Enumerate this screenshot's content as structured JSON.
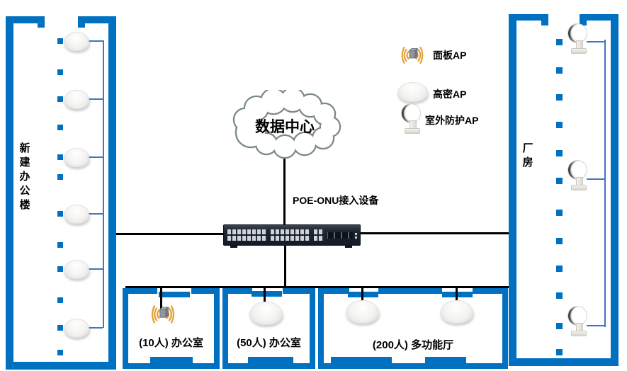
{
  "cloud": {
    "label": "数据中心"
  },
  "switch": {
    "label": "POE-ONU接入设备"
  },
  "legend": {
    "items": [
      {
        "icon": "panel-ap-icon",
        "label": "面板AP"
      },
      {
        "icon": "dome-ap-icon",
        "label": "高密AP"
      },
      {
        "icon": "outdoor-ap-icon",
        "label": "室外防护AP"
      }
    ]
  },
  "buildings": {
    "left": {
      "label": "新建办公楼",
      "ap_type": "高密AP",
      "ap_count": 6
    },
    "right": {
      "label": "厂房",
      "ap_type": "室外防护AP",
      "ap_count": 3
    }
  },
  "rooms": [
    {
      "label": "(10人) 办公室",
      "ap_type": "面板AP",
      "ap_count": 1
    },
    {
      "label": "(50人) 办公室",
      "ap_type": "高密AP",
      "ap_count": 1
    },
    {
      "label": "(200人) 多功能厅",
      "ap_type": "高密AP",
      "ap_count": 2
    }
  ],
  "colors": {
    "wall_blue": "#0070C0",
    "connector_blue": "#4472C4",
    "line_black": "#000000",
    "wave_orange": "#E2A23C"
  }
}
